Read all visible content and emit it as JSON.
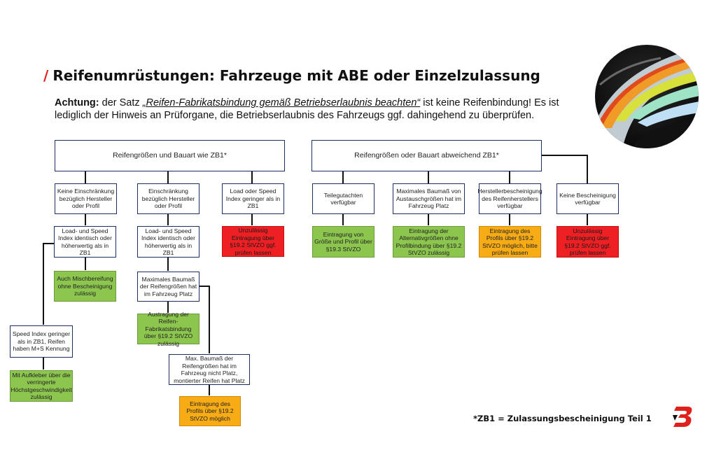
{
  "header": {
    "slash": "/",
    "title": "Reifenumrüstungen: Fahrzeuge mit ABE oder Einzelzulassung"
  },
  "note": {
    "bold": "Achtung:",
    "pre": " der Satz ",
    "quote": "„Reifen-Fabrikatsbindung gemäß Betriebserlaubnis beachten“",
    "post": " ist keine Reifenbindung! Es ist lediglich der Hinweis an Prüforgane, die Betriebserlaubnis des Fahrzeugs ggf. dahingehend zu überprüfen."
  },
  "colors": {
    "accent_red": "#e0201b",
    "box_border": "#1c3060",
    "green": "#8dc64f",
    "orange": "#f7ac16",
    "red": "#ee2024"
  },
  "diagram": {
    "left_root": "Reifengrößen und Bauart wie ZB1*",
    "right_root": "Reifengrößen oder Bauart abweichend ZB1*",
    "l1_a": "Keine Einschränkung bezüglich Hersteller oder Profil",
    "l1_b": "Einschränkung bezüglich Hersteller oder Profil",
    "l1_c": "Load oder Speed Index geringer als in ZB1",
    "l2_a": "Load- und Speed Index identisch oder höherwertig als in ZB1",
    "l2_b": "Load- und Speed Index identisch oder höherwertig als in ZB1",
    "l2_c_red": "Unzulässig Eintragung über §19.2 StVZO ggf. prüfen lassen",
    "l3_a_green": "Auch Mischbereifung ohne Bescheinigung zulässig",
    "l3_b": "Maximales Baumaß der Reifengrößen hat im Fahrzeug Platz",
    "l4_b_green": "Austragung der Reifen-Fabrikatsbindung über §19.2 StVZO zulässig",
    "speed_index": "Speed Index geringer als in ZB1, Reifen haben M+S Kennung",
    "speed_index_green": "Mit Aufkleber über die verringerte Höchstgeschwindigkeit zulässig",
    "max_not_fit": "Max. Baumaß der Reifengrößen hat im Fahrzeug nicht Platz, montierter Reifen hat Platz",
    "max_not_fit_orange": "Eintragung des Profils über §19.2 StVZO möglich",
    "r1_a": "Teilegutachten verfügbar",
    "r1_b": "Maximales Baumaß von Austauschgrößen hat im Fahrzeug Platz",
    "r1_c": "Herstellerbescheinigung des Reifenherstellers verfügbar",
    "r1_d": "Keine Bescheinigung verfügbar",
    "r2_a_green": "Eintragung von Größe und Profil über §19.3 StVZO",
    "r2_b_green": "Eintragung der Alternativgrößen ohne Profilbindung über §19.2 StVZO zulässig",
    "r2_c_orange": "Eintragung des Profils über §19.2 StVZO möglich, bitte prüfen lassen",
    "r2_d_red": "Unzulässig Eintragung über §19.2 StVZO ggf. prüfen lassen"
  },
  "footnote": "*ZB1 = Zulassungsbescheinigung Teil 1",
  "images": {
    "tire": "tire-cross-section-image",
    "logo": "bridgestone-b-logo"
  }
}
